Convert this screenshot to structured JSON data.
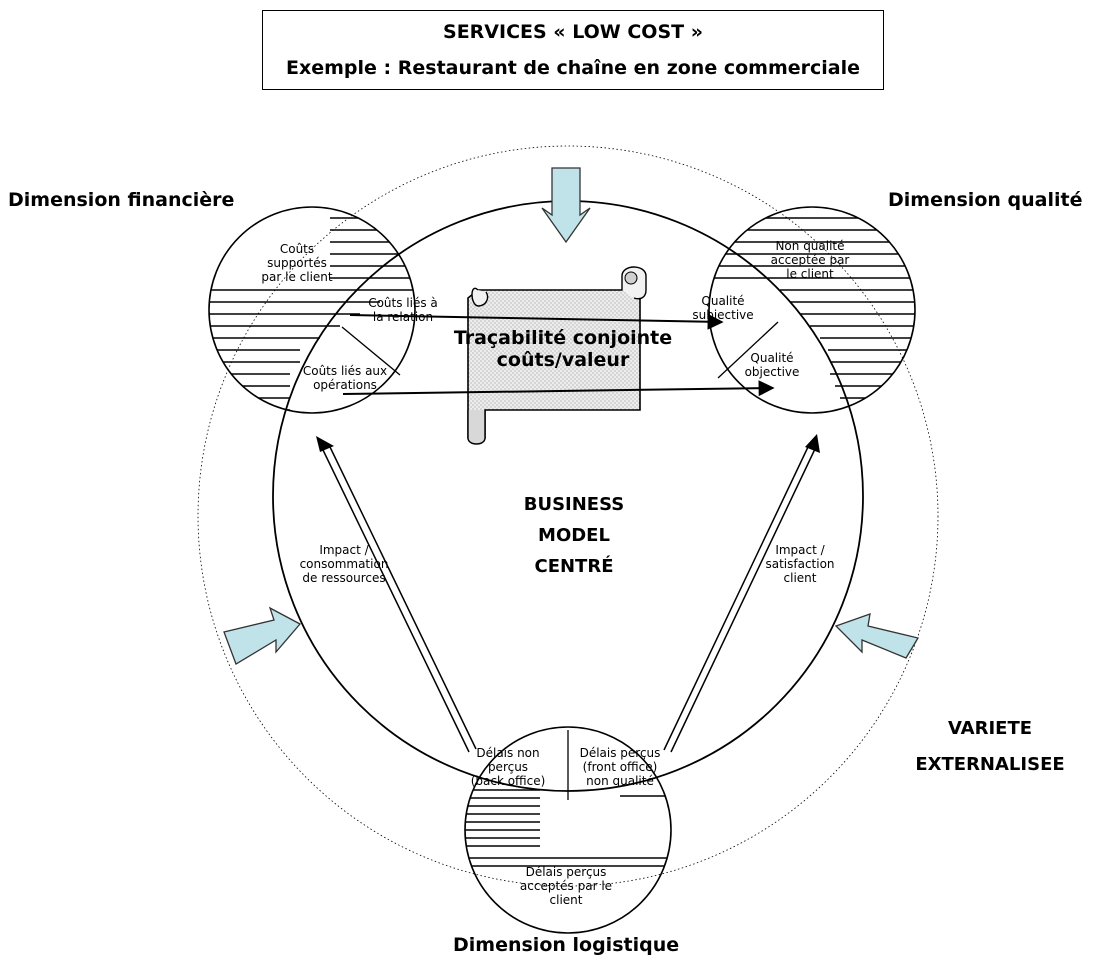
{
  "title": {
    "line1": "SERVICES « LOW COST »",
    "line2": "Exemple : Restaurant de chaîne en zone commerciale"
  },
  "dimensions": {
    "financiere": "Dimension financière",
    "qualite": "Dimension qualité",
    "logistique": "Dimension logistique"
  },
  "center": {
    "line1": "BUSINESS",
    "line2": "MODEL",
    "line3": "CENTRÉ"
  },
  "scroll": {
    "line1": "Traçabilité conjointe",
    "line2": "coûts/valeur"
  },
  "variete": {
    "line1": "VARIETE",
    "line2": "EXTERNALISEE"
  },
  "financiere_labels": {
    "supportes_1": "Coûts",
    "supportes_2": "supportés",
    "supportes_3": "par le client",
    "relation_1": "Coûts liés à",
    "relation_2": "la relation",
    "operations_1": "Coûts liés  aux",
    "operations_2": "opérations"
  },
  "qualite_labels": {
    "non_qualite_1": "Non qualité",
    "non_qualite_2": "acceptée par",
    "non_qualite_3": "le client",
    "subjective_1": "Qualité",
    "subjective_2": "subjective",
    "objective_1": "Qualité",
    "objective_2": "objective"
  },
  "logistique_labels": {
    "non_percus_1": "Délais non",
    "non_percus_2": "perçus",
    "non_percus_3": "(back office)",
    "percus_1": "Délais perçus",
    "percus_2": "(front office)",
    "percus_3": "non qualité",
    "acceptes_1": "Délais perçus",
    "acceptes_2": "acceptés par le",
    "acceptes_3": "client"
  },
  "impact_left": {
    "line1": "Impact /",
    "line2": "consommation",
    "line3": "de ressources"
  },
  "impact_right": {
    "line1": "Impact /",
    "line2": "satisfaction",
    "line3": "client"
  },
  "colors": {
    "arrow_fill": "#bfe3e8",
    "scroll_fill": "#e6e6e6",
    "line": "#000000"
  }
}
